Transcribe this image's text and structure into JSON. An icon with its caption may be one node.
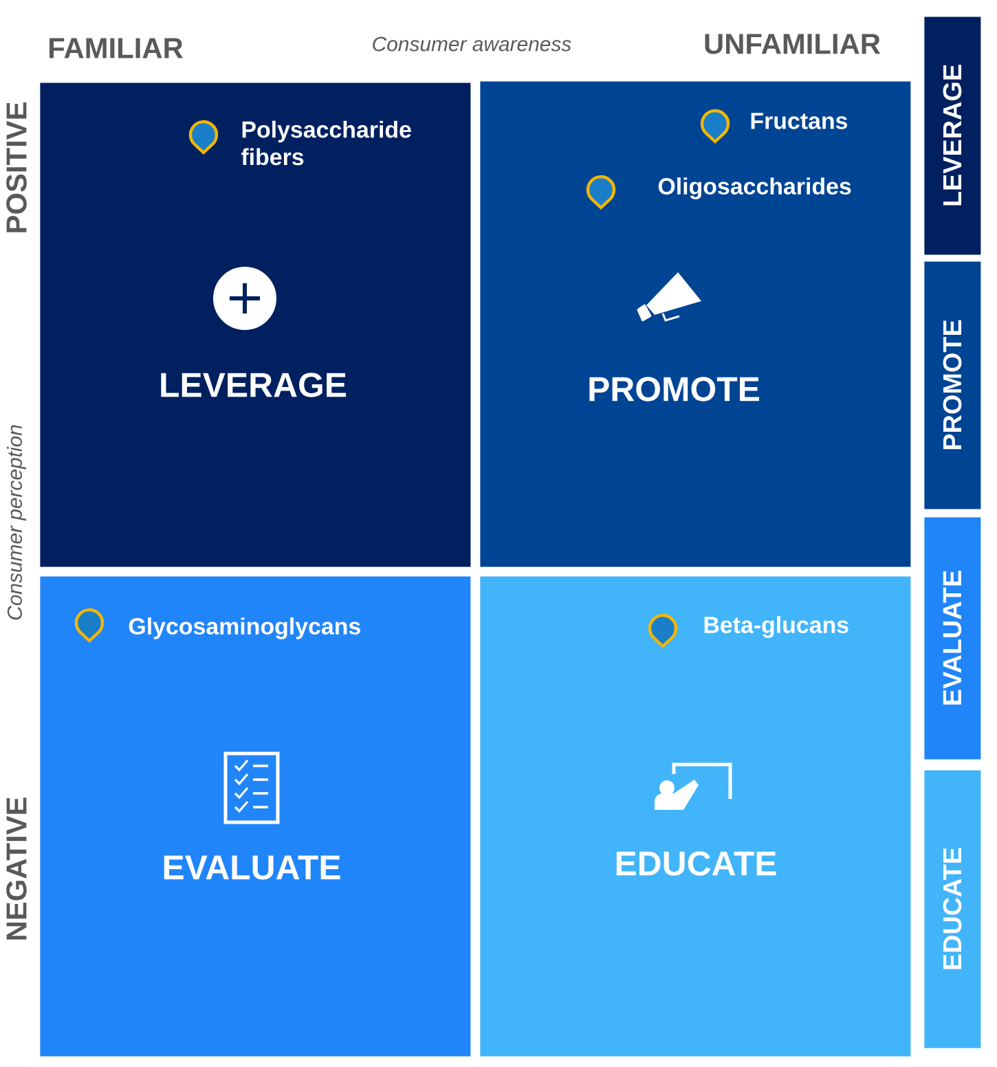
{
  "diagram": {
    "nodes": [
      {
        "text": [
          "Polysaccharide fibers",
          "LEVERAGE"
        ]
      },
      {
        "text": [
          "Fructans",
          "Oligosaccharides",
          "PROMOTE"
        ]
      },
      {
        "text": [
          "Glycosaminoglycans",
          "EVALUATE"
        ]
      },
      {
        "text": [
          "Beta-glucans",
          "EDUCATE"
        ]
      },
      {
        "text": [
          "LEVERAGE"
        ]
      },
      {
        "text": [
          "PROMOTE"
        ]
      },
      {
        "text": [
          "EVALUATE"
        ]
      },
      {
        "text": [
          "EDUCATE"
        ]
      }
    ],
    "labels": [
      "FAMILIAR",
      "Consumer awareness",
      "UNFAMILIAR",
      "POSITIVE",
      "Consumer perception",
      "NEGATIVE"
    ]
  }
}
